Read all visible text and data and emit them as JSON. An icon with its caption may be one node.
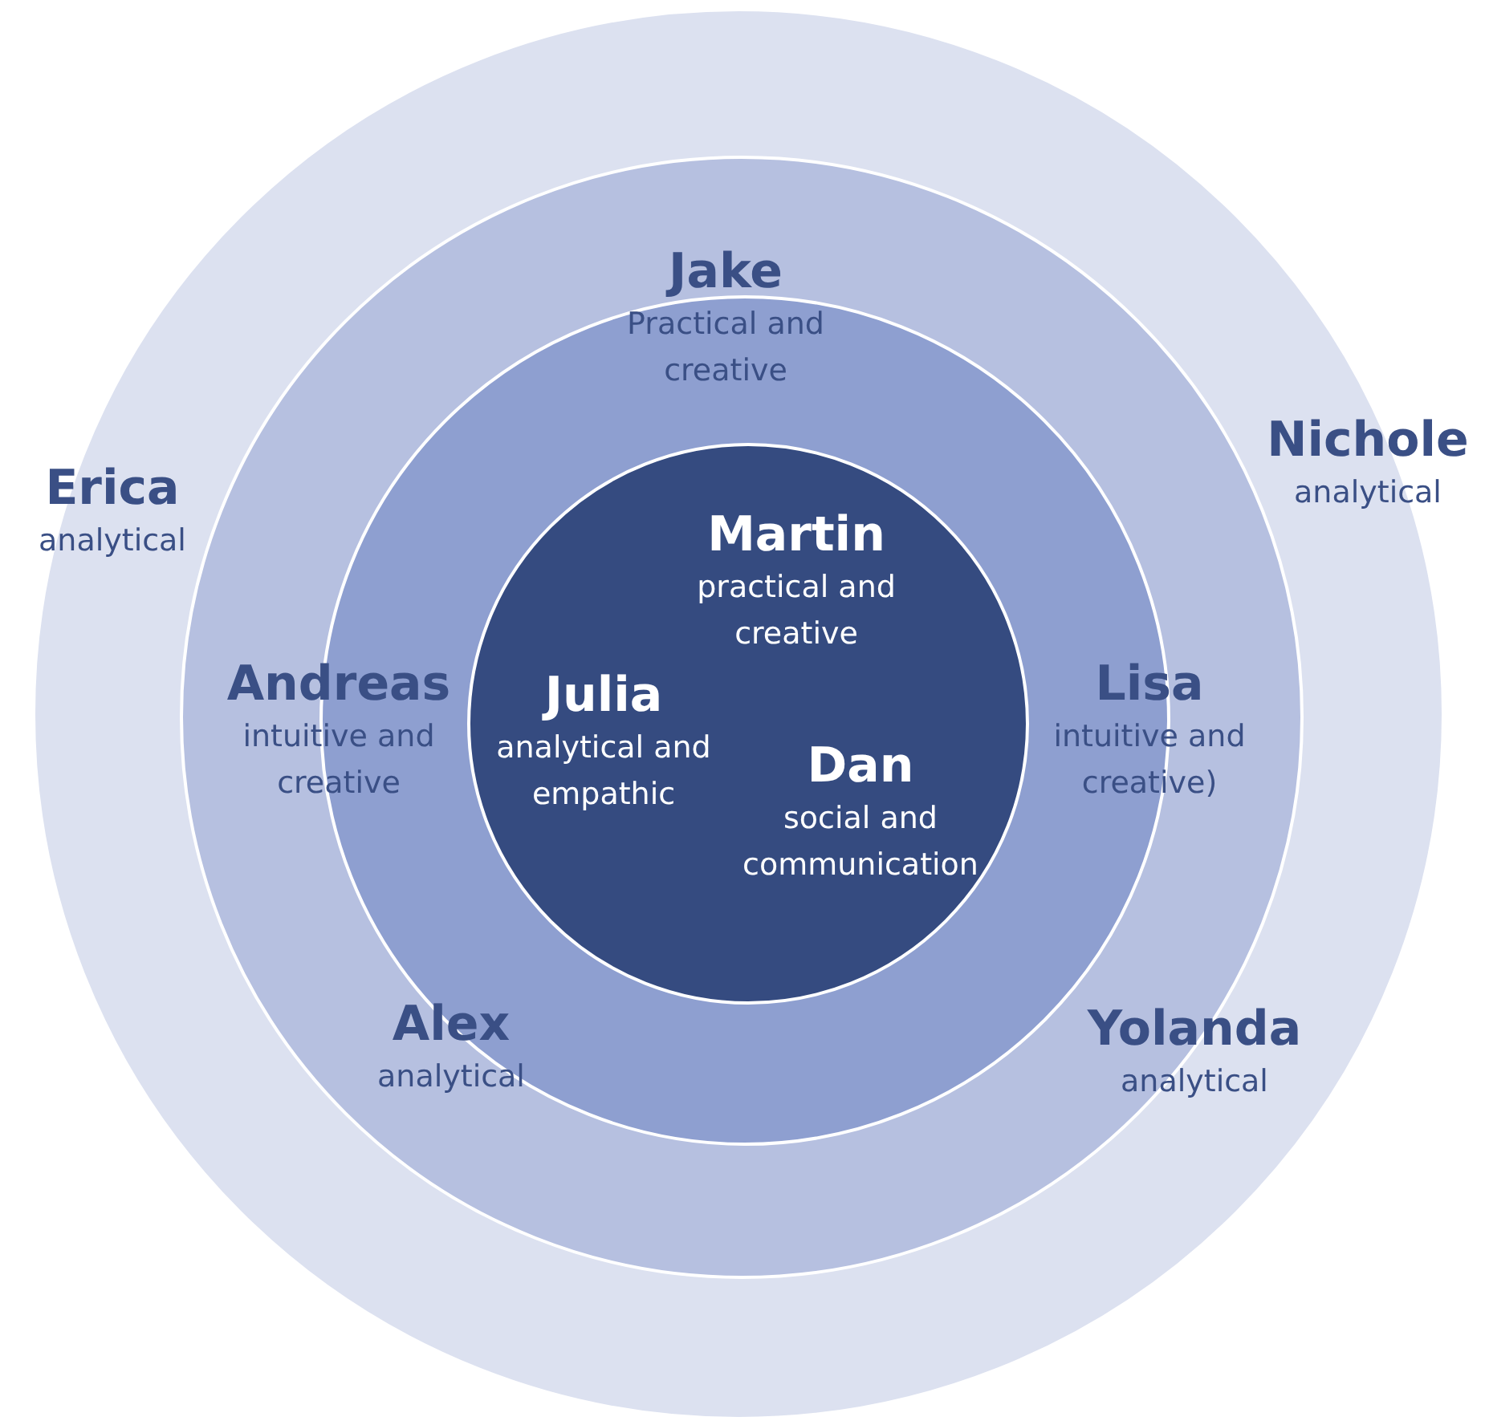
{
  "diagram": {
    "nodes": [
      {
        "text": [],
        "shape": "circle"
      },
      {
        "text": [],
        "shape": "circle",
        "in": 0
      },
      {
        "text": [],
        "shape": "circle",
        "in": 1
      },
      {
        "text": [],
        "shape": "circle",
        "in": 2
      },
      {
        "text": [
          "Erica",
          "analytical"
        ],
        "in": 0
      },
      {
        "text": [
          "Nichole",
          "analytical"
        ],
        "in": 0
      },
      {
        "text": [
          "Jake",
          "Practical and creative"
        ],
        "in": 1
      },
      {
        "text": [
          "Alex",
          "analytical"
        ],
        "in": 2
      },
      {
        "text": [
          "Yolanda",
          "analytical"
        ],
        "in": 1
      },
      {
        "text": [
          "Andreas",
          "intuitive and creative"
        ],
        "in": 2
      },
      {
        "text": [
          "Lisa",
          "intuitive and creative)"
        ],
        "in": 2
      },
      {
        "text": [
          "Martin",
          "practical and creative"
        ],
        "in": 3
      },
      {
        "text": [
          "Julia",
          "analytical and empathic"
        ],
        "in": 3
      },
      {
        "text": [
          "Dan",
          "social and communication"
        ],
        "in": 3
      }
    ],
    "edges": []
  }
}
